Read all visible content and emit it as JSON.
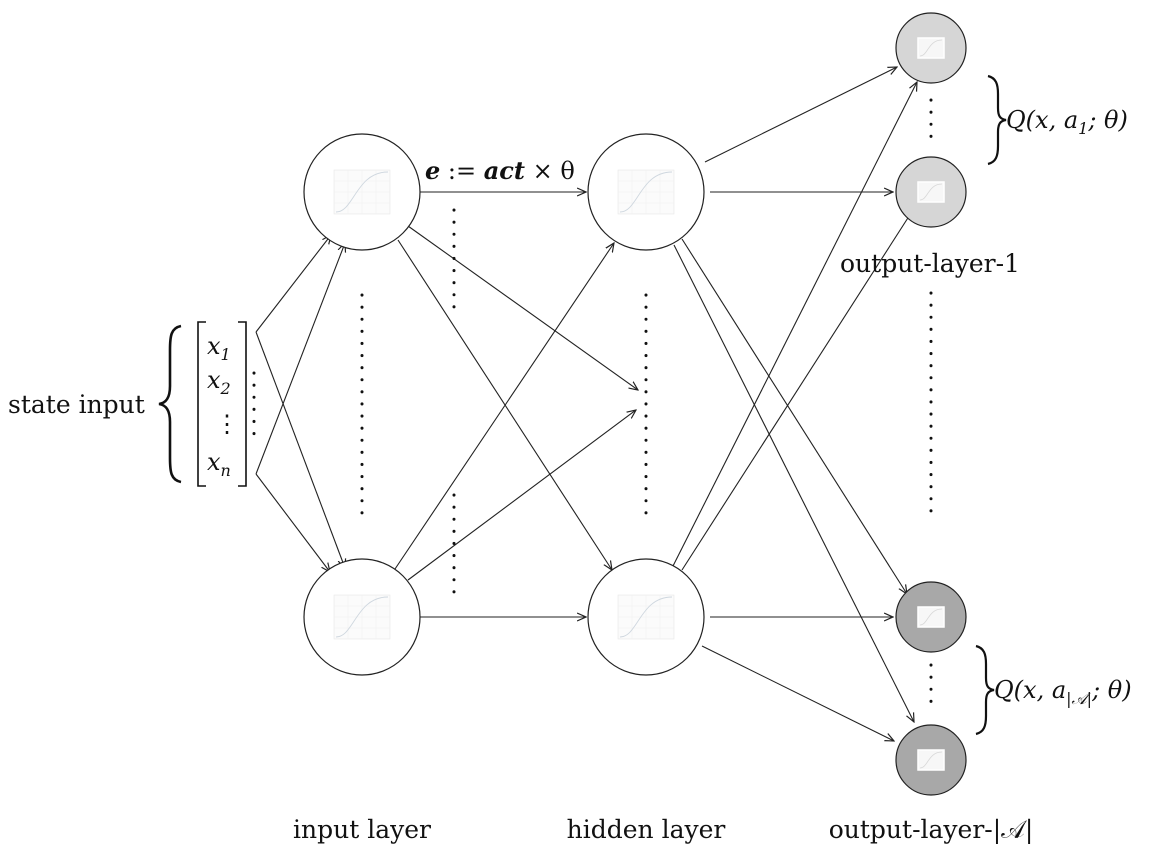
{
  "labels": {
    "state_input": "state input",
    "input_layer": "input layer",
    "hidden_layer": "hidden layer",
    "output_layer_1": "output-layer-1",
    "output_layer_A": "output-layer-|𝒜|"
  },
  "vector": {
    "x1": "x",
    "x1_sub": "1",
    "x2": "x",
    "x2_sub": "2",
    "vdots": "⋮",
    "xn": "x",
    "xn_sub": "n"
  },
  "equation": {
    "e": "e",
    "assign": " := ",
    "act": "act",
    "times_theta": " × θ"
  },
  "q_top": {
    "prefix": "Q(x, a",
    "sub": "1",
    "suffix": "; θ)"
  },
  "q_bottom": {
    "prefix": "Q(x, a",
    "sub": "|𝒜|",
    "suffix": "; θ)"
  },
  "colors": {
    "output_group_1": "#d6d6d6",
    "output_group_2": "#a8a8a8",
    "node_outline": "#222222"
  },
  "node_icon": "sigmoid-activation-thumbnail"
}
